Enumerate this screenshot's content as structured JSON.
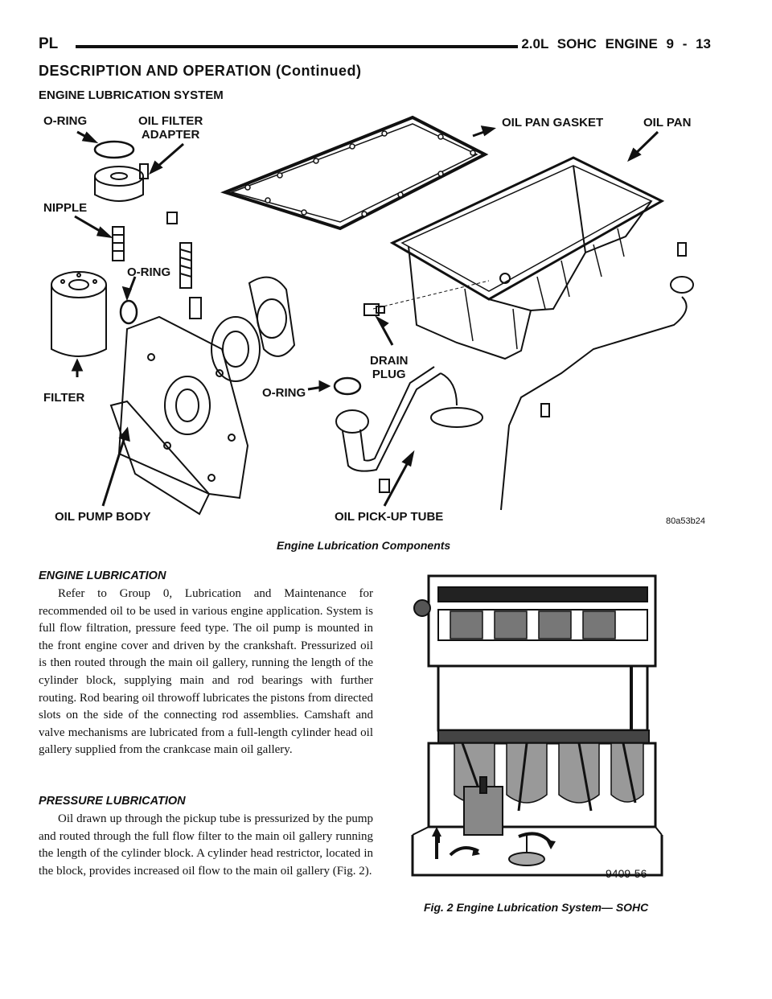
{
  "header": {
    "left": "PL",
    "right": "2.0L SOHC ENGINE    9 - 13"
  },
  "section_heading": "DESCRIPTION AND OPERATION (Continued)",
  "subsection_heading": "ENGINE LUBRICATION SYSTEM",
  "figure1": {
    "labels": {
      "o_ring_top": "O-RING",
      "oil_filter_adapter": "OIL FILTER\nADAPTER",
      "oil_pan_gasket": "OIL PAN GASKET",
      "oil_pan": "OIL PAN",
      "nipple": "NIPPLE",
      "o_ring_mid": "O-RING",
      "drain_plug": "DRAIN\nPLUG",
      "filter": "FILTER",
      "o_ring_bottom": "O-RING",
      "oil_pump_body": "OIL PUMP BODY",
      "oil_pickup_tube": "OIL PICK-UP TUBE"
    },
    "code": "80a53b24",
    "caption": "Engine Lubrication Components"
  },
  "engine_lubrication": {
    "heading": "ENGINE LUBRICATION",
    "text": "Refer to Group 0, Lubrication and Maintenance for recommended oil to be used in various engine application. System is full flow filtration, pressure feed type. The oil pump is mounted in the front engine cover and driven by the crankshaft. Pressurized oil is then routed through the main oil gallery, running the length of the cylinder block, supplying main and rod bearings with further routing. Rod bearing oil throwoff lubricates the pistons from directed slots on the side of the connecting rod assemblies. Camshaft and valve mechanisms are lubricated from a full-length cylinder head oil gallery supplied from the crankcase main oil gallery."
  },
  "pressure_lubrication": {
    "heading": "PRESSURE LUBRICATION",
    "text": "Oil drawn up through the pickup tube is pressurized by the pump and routed through the full flow filter to the main oil gallery running the length of the cylinder block. A cylinder head restrictor, located in the block, provides increased oil flow to the main oil gallery (Fig. 2)."
  },
  "figure2": {
    "code": "9409-56",
    "caption": "Fig. 2 Engine Lubrication System— SOHC"
  }
}
